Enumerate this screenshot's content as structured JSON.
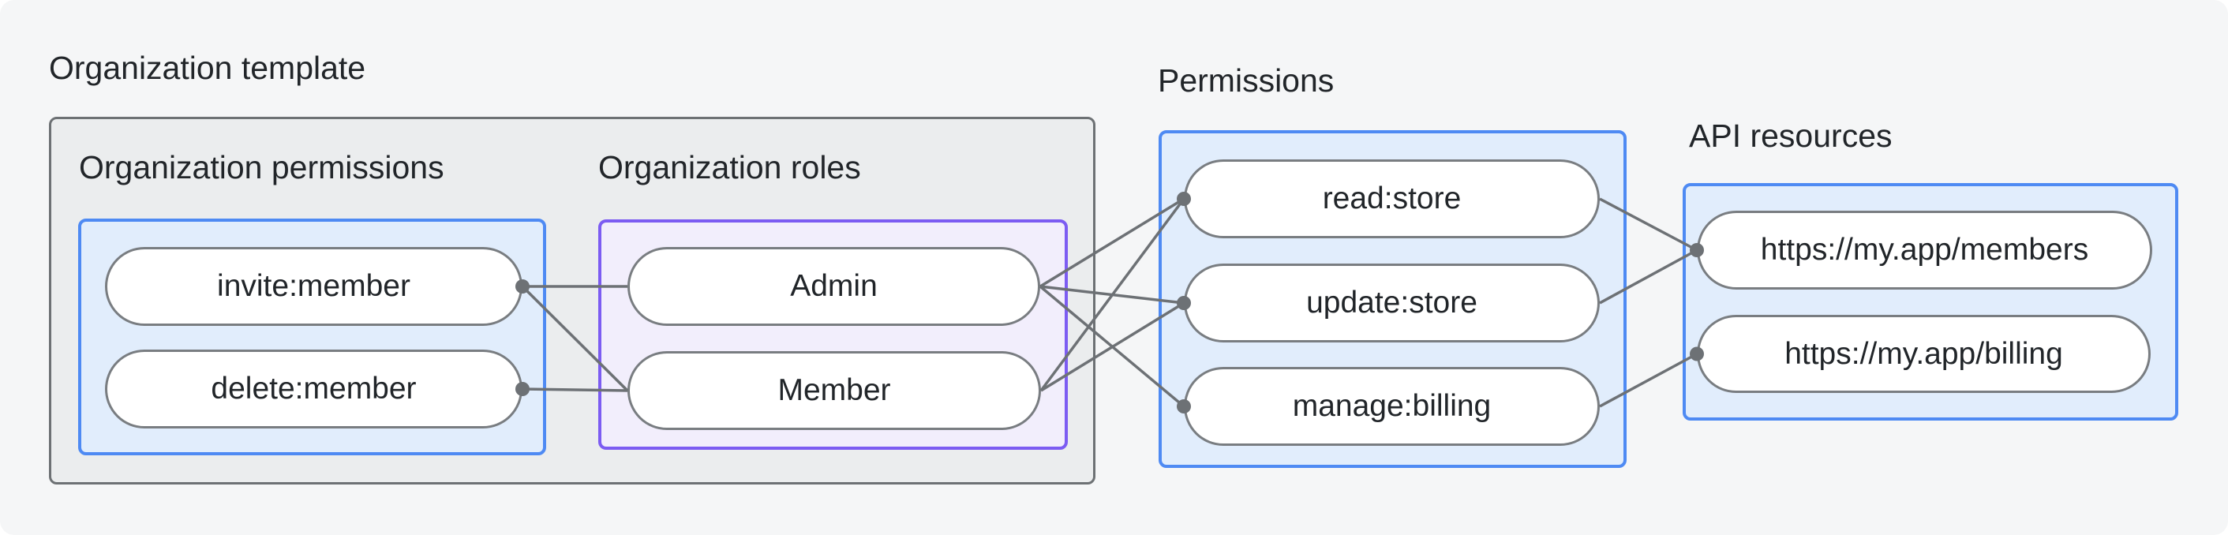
{
  "title": "Organization template",
  "sections": {
    "org_permissions": {
      "label": "Organization permissions"
    },
    "org_roles": {
      "label": "Organization roles"
    },
    "permissions": {
      "label": "Permissions"
    },
    "api_resources": {
      "label": "API resources"
    }
  },
  "nodes": {
    "invite_member": {
      "label": "invite:member"
    },
    "delete_member": {
      "label": "delete:member"
    },
    "admin": {
      "label": "Admin"
    },
    "member": {
      "label": "Member"
    },
    "read_store": {
      "label": "read:store"
    },
    "update_store": {
      "label": "update:store"
    },
    "manage_billing": {
      "label": "manage:billing"
    },
    "members_api": {
      "label": "https://my.app/members"
    },
    "billing_api": {
      "label": "https://my.app/billing"
    }
  },
  "edges": [
    {
      "from": "invite_member",
      "to": "admin"
    },
    {
      "from": "invite_member",
      "to": "member"
    },
    {
      "from": "delete_member",
      "to": "member"
    },
    {
      "from": "admin",
      "to": "read_store"
    },
    {
      "from": "admin",
      "to": "update_store"
    },
    {
      "from": "admin",
      "to": "manage_billing"
    },
    {
      "from": "member",
      "to": "read_store"
    },
    {
      "from": "member",
      "to": "update_store"
    },
    {
      "from": "read_store",
      "to": "members_api"
    },
    {
      "from": "update_store",
      "to": "members_api"
    },
    {
      "from": "manage_billing",
      "to": "billing_api"
    }
  ],
  "connector_dots": [
    {
      "node": "invite_member",
      "side": "right"
    },
    {
      "node": "delete_member",
      "side": "right"
    },
    {
      "node": "read_store",
      "side": "left"
    },
    {
      "node": "update_store",
      "side": "left"
    },
    {
      "node": "manage_billing",
      "side": "left"
    },
    {
      "node": "members_api",
      "side": "left"
    },
    {
      "node": "billing_api",
      "side": "left"
    }
  ],
  "colors": {
    "background": "#f5f6f7",
    "container_fill": "#ebedee",
    "container_border": "#6d7174",
    "blue_fill": "#e1edfc",
    "blue_border": "#4e8af3",
    "purple_fill": "#f2eefc",
    "purple_border": "#7c5cf2",
    "pill_fill": "#ffffff",
    "pill_border": "#797d81",
    "connector": "#6d7175",
    "text": "#212529"
  }
}
